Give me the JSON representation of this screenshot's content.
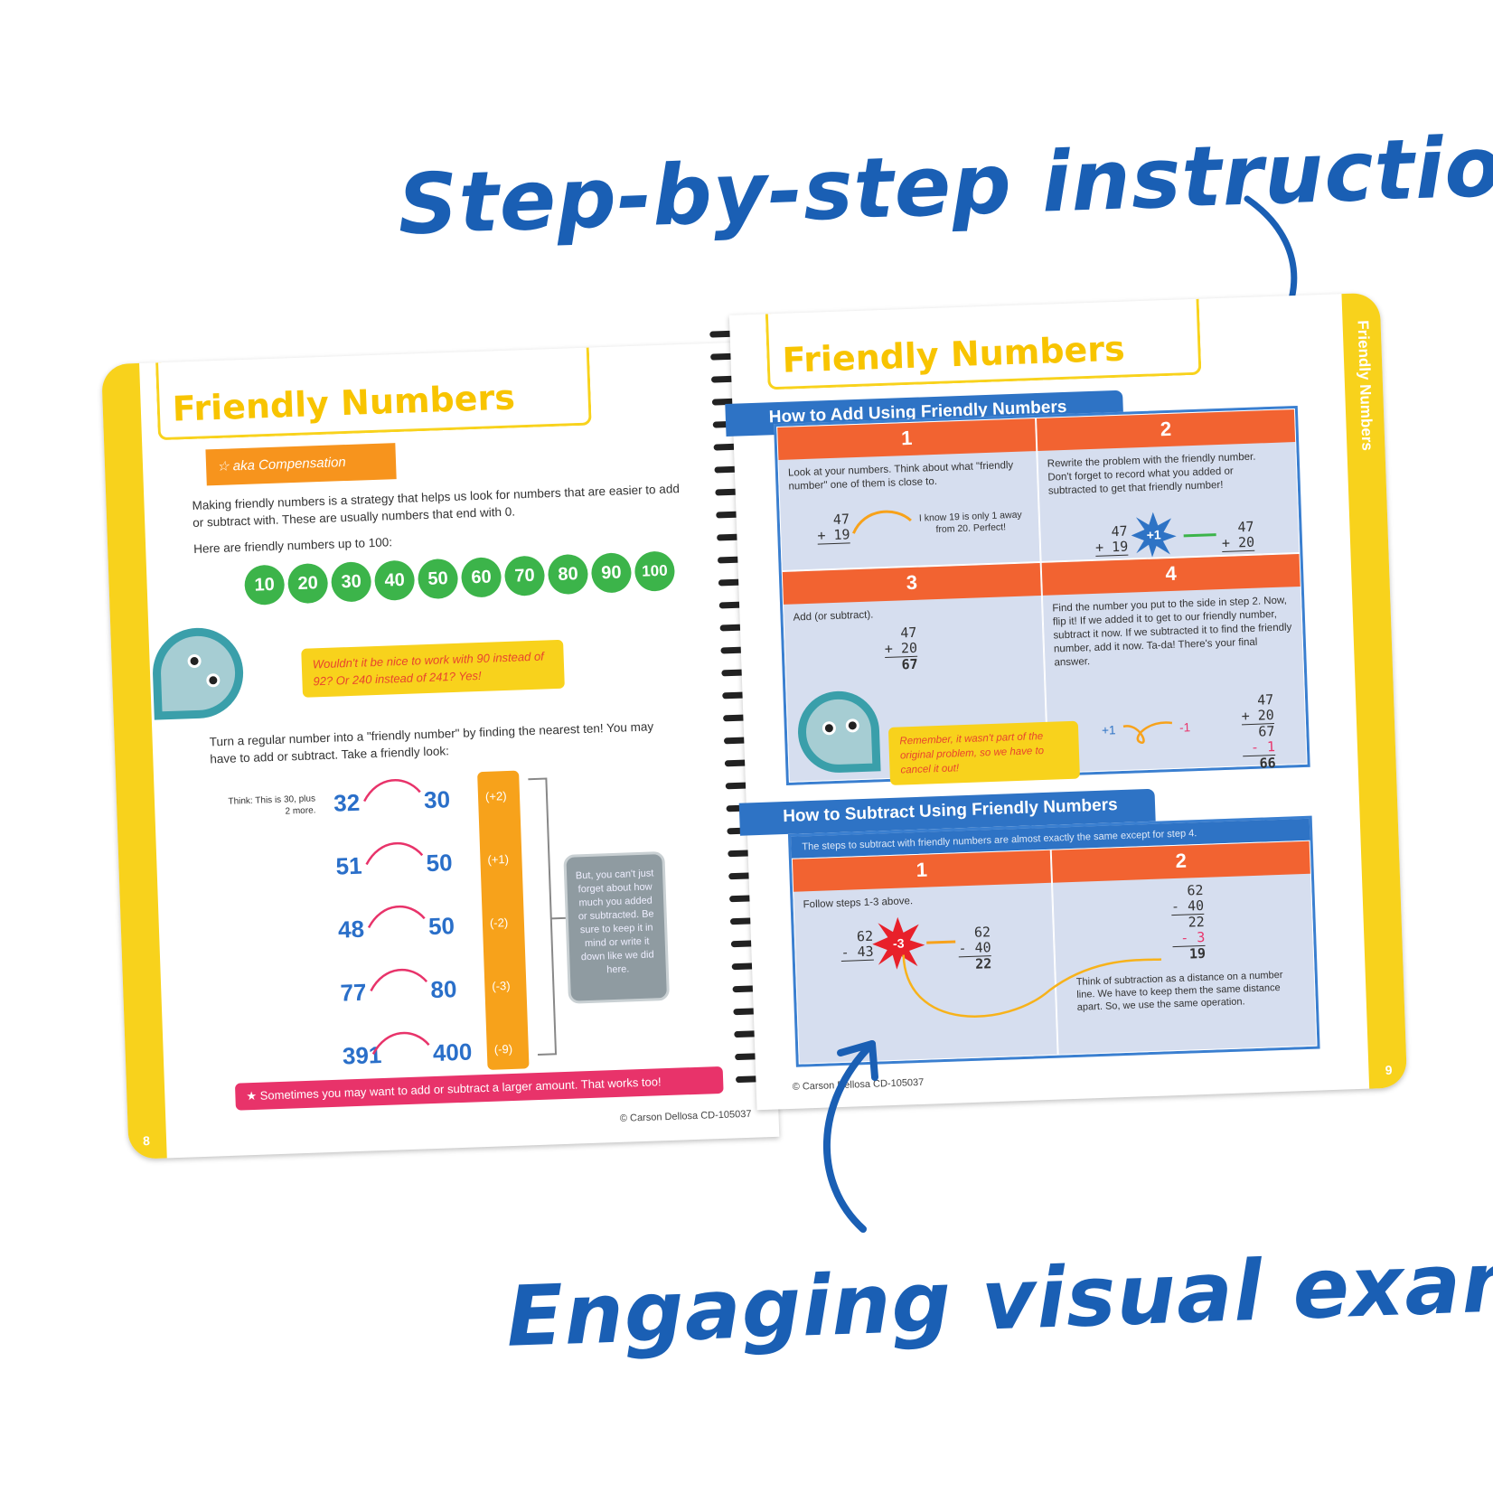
{
  "callouts": {
    "top": "Step-by-step instructions",
    "bottom": "Engaging visual examples"
  },
  "colors": {
    "blue": "#1a5fb4",
    "yellow": "#f8d21c",
    "orange": "#f26331",
    "green": "#3cb44a",
    "pink": "#e8336a"
  },
  "left_page": {
    "title": "Friendly Numbers",
    "subtitle": "aka Compensation",
    "intro": "Making friendly numbers is a strategy that helps us look for numbers that are easier to add or subtract with. These are usually numbers that end with 0.",
    "list_label": "Here are friendly numbers up to 100:",
    "friendly_numbers": [
      "10",
      "20",
      "30",
      "40",
      "50",
      "60",
      "70",
      "80",
      "90",
      "100"
    ],
    "mascot_bubble": "Wouldn't it be nice to work with 90 instead of 92? Or 240 instead of 241? Yes!",
    "instructions": "Turn a regular number into a \"friendly number\" by finding the nearest ten! You may have to add or subtract. Take a friendly look:",
    "think_note": "Think: This is 30, plus 2 more.",
    "examples": [
      {
        "from": "32",
        "to": "30",
        "change": "(+2)"
      },
      {
        "from": "51",
        "to": "50",
        "change": "(+1)"
      },
      {
        "from": "48",
        "to": "50",
        "change": "(-2)"
      },
      {
        "from": "77",
        "to": "80",
        "change": "(-3)"
      },
      {
        "from": "391",
        "to": "400",
        "change": "(-9)"
      }
    ],
    "reminder_box": "But, you can't just forget about how much you added or subtracted. Be sure to keep it in mind or write it down like we did here.",
    "tip_banner": "Sometimes you may want to add or subtract a larger amount. That works too!",
    "copyright": "© Carson Dellosa CD-105037",
    "page_number": "8"
  },
  "right_page": {
    "title": "Friendly Numbers",
    "side_tab": "Friendly Numbers",
    "page_number": "9",
    "add_section": {
      "heading": "How to Add Using Friendly Numbers",
      "steps": [
        {
          "num": "1",
          "text": "Look at your numbers. Think about what \"friendly number\" one of them is close to.",
          "note": "I know 19 is only 1 away from 20. Perfect!",
          "top": "47",
          "bottom": "+ 19"
        },
        {
          "num": "2",
          "text": "Rewrite the problem with the friendly number. Don't forget to record what you added or subtracted to get that friendly number!",
          "badge": "+1",
          "top": "47",
          "bottom": "+ 19",
          "top2": "47",
          "bottom2": "+ 20"
        },
        {
          "num": "3",
          "text": "Add (or subtract).",
          "top": "47",
          "bottom": "+ 20",
          "result": "67"
        },
        {
          "num": "4",
          "text": "Find the number you put to the side in step 2. Now, flip it! If we added it to get to our friendly number, subtract it now. If we subtracted it to find the friendly number, add it now. Ta-da! There's your final answer.",
          "flip_from": "+1",
          "flip_to": "-1",
          "top": "47",
          "bottom": "+ 20",
          "mid": "67",
          "adjust": "- 1",
          "result": "66"
        }
      ],
      "mascot_bubble": "Remember, it wasn't part of the original problem, so we have to cancel it out!"
    },
    "subtract_section": {
      "heading": "How to Subtract Using Friendly Numbers",
      "intro": "The steps to subtract with friendly numbers are almost exactly the same except for step 4.",
      "steps": [
        {
          "num": "1",
          "text": "Follow steps 1-3 above.",
          "top": "62",
          "bottom": "- 43",
          "badge": "-3",
          "top2": "62",
          "bottom2": "- 40",
          "result": "22"
        },
        {
          "num": "2",
          "text": "Think of subtraction as a distance on a number line. We have to keep them the same distance apart. So, we use the same operation.",
          "top": "62",
          "bottom": "- 40",
          "mid": "22",
          "adjust": "- 3",
          "result": "19"
        }
      ]
    },
    "copyright": "© Carson Dellosa CD-105037"
  }
}
